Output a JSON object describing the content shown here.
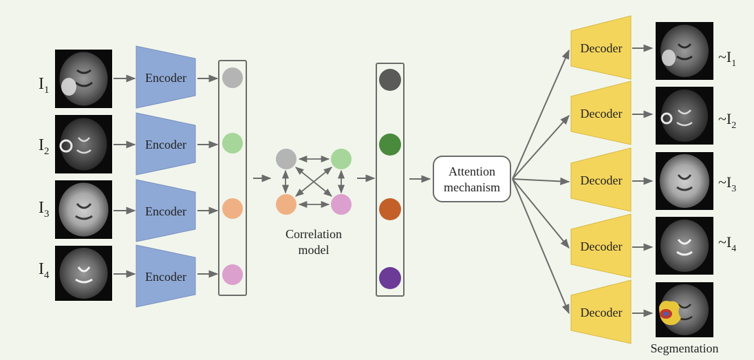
{
  "inputs": [
    {
      "name": "I",
      "sub": "1"
    },
    {
      "name": "I",
      "sub": "2"
    },
    {
      "name": "I",
      "sub": "3"
    },
    {
      "name": "I",
      "sub": "4"
    }
  ],
  "encoder_label": "Encoder",
  "decoder_label": "Decoder",
  "correlation_label_line1": "Correlation",
  "correlation_label_line2": "model",
  "attention_label_line1": "Attention",
  "attention_label_line2": "mechanism",
  "outputs": [
    {
      "name": "~I",
      "sub": "1"
    },
    {
      "name": "~I",
      "sub": "2"
    },
    {
      "name": "~I",
      "sub": "3"
    },
    {
      "name": "~I",
      "sub": "4"
    }
  ],
  "segmentation_label": "Segmentation",
  "colors": {
    "background": "#f1f5eb",
    "encoder": "#8fa9d6",
    "decoder": "#f4d55c",
    "feature_gray": "#b4b4b4",
    "feature_green": "#a6d69a",
    "feature_orange": "#efb184",
    "feature_pink": "#dba0cd",
    "fused_dark_gray": "#5a5b58",
    "fused_green": "#4a8a3c",
    "fused_orange": "#c3602a",
    "fused_purple": "#6c3a97"
  }
}
